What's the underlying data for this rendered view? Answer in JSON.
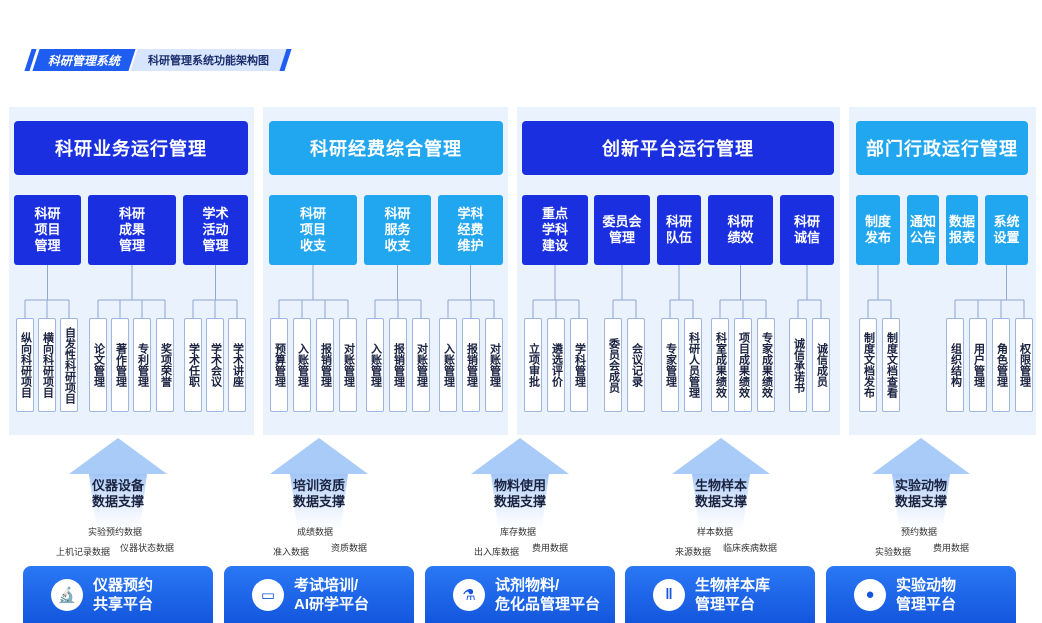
{
  "title": {
    "main": "科研管理系统",
    "sub": "科研管理系统功能架构图"
  },
  "panels": [
    {
      "header": "科研业务运行管理",
      "categories": [
        {
          "label": "科研\n项目\n管理",
          "leaves": [
            "纵向科研项目",
            "横向科研项目",
            "自发性科研项目"
          ]
        },
        {
          "label": "科研\n成果\n管理",
          "leaves": [
            "论文管理",
            "著作管理",
            "专利管理",
            "奖项荣誉"
          ]
        },
        {
          "label": "学术\n活动\n管理",
          "leaves": [
            "学术任职",
            "学术会议",
            "学术讲座"
          ]
        }
      ]
    },
    {
      "header": "科研经费综合管理",
      "categories": [
        {
          "label": "科研\n项目\n收支",
          "leaves": [
            "预算管理",
            "入账管理",
            "报销管理",
            "对账管理"
          ]
        },
        {
          "label": "科研\n服务\n收支",
          "leaves": [
            "入账管理",
            "报销管理",
            "对账管理"
          ]
        },
        {
          "label": "学科\n经费\n维护",
          "leaves": [
            "入账管理",
            "报销管理",
            "对账管理"
          ]
        }
      ]
    },
    {
      "header": "创新平台运行管理",
      "categories": [
        {
          "label": "重点\n学科\n建设",
          "leaves": [
            "立项审批",
            "遴选评价",
            "学科管理"
          ]
        },
        {
          "label": "委员会\n管理",
          "leaves": [
            "委员会成员",
            "会议记录"
          ]
        },
        {
          "label": "科研\n队伍",
          "leaves": [
            "专家管理",
            "科研人员管理"
          ]
        },
        {
          "label": "科研\n绩效",
          "leaves": [
            "科室成果绩效",
            "项目成果绩效",
            "专家成果绩效"
          ]
        },
        {
          "label": "科研\n诚信",
          "leaves": [
            "诚信承诺书",
            "诚信成员"
          ]
        }
      ]
    },
    {
      "header": "部门行政运行管理",
      "categories": [
        {
          "label": "制度\n发布",
          "leaves": [
            "制度文档发布",
            "制度文档查看"
          ]
        },
        {
          "label": "通知\n公告",
          "leaves": []
        },
        {
          "label": "数据\n报表",
          "leaves": []
        },
        {
          "label": "系统\n设置",
          "leaves": [
            "组织结构",
            "用户管理",
            "角色管理",
            "权限管理"
          ]
        }
      ]
    }
  ],
  "supports": [
    {
      "label": "仪器设备\n数据支撑",
      "data": [
        "实验预约数据",
        "上机记录数据",
        "仪器状态数据"
      ]
    },
    {
      "label": "培训资质\n数据支撑",
      "data": [
        "成绩数据",
        "准入数据",
        "资质数据"
      ]
    },
    {
      "label": "物料使用\n数据支撑",
      "data": [
        "库存数据",
        "出入库数据",
        "费用数据"
      ]
    },
    {
      "label": "生物样本\n数据支撑",
      "data": [
        "样本数据",
        "来源数据",
        "临床疾病数据"
      ]
    },
    {
      "label": "实验动物\n数据支撑",
      "data": [
        "预约数据",
        "实验数据",
        "费用数据"
      ]
    }
  ],
  "platforms": [
    {
      "line1": "仪器预约",
      "line2": "共享平台",
      "icon": "microscope-icon"
    },
    {
      "line1": "考试培训/",
      "line2": "AI研学平台",
      "icon": "screen-icon"
    },
    {
      "line1": "试剂物料/",
      "line2": "危化品管理平台",
      "icon": "flask-icon"
    },
    {
      "line1": "生物样本库",
      "line2": "管理平台",
      "icon": "test-tubes-icon"
    },
    {
      "line1": "实验动物",
      "line2": "管理平台",
      "icon": "mouse-icon"
    }
  ],
  "colors": {
    "dark": "#1a2fe0",
    "light": "#21a6f0",
    "panel_bg": "#eaf2fd",
    "platform": "#1356dd"
  }
}
